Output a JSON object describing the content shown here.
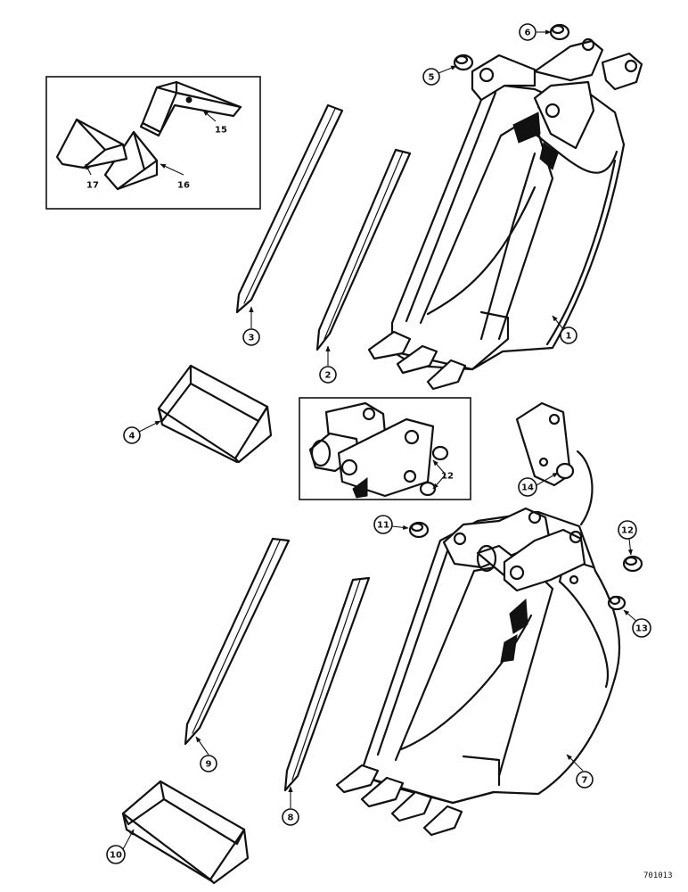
{
  "reference_code": "701013",
  "callouts": {
    "c1": "1",
    "c2": "2",
    "c3": "3",
    "c4": "4",
    "c5": "5",
    "c6": "6",
    "c7": "7",
    "c8": "8",
    "c9": "9",
    "c10": "10",
    "c11": "11",
    "c12a": "12",
    "c12b": "12",
    "c13": "13",
    "c14": "14",
    "c15": "15",
    "c16": "16",
    "c17": "17"
  }
}
